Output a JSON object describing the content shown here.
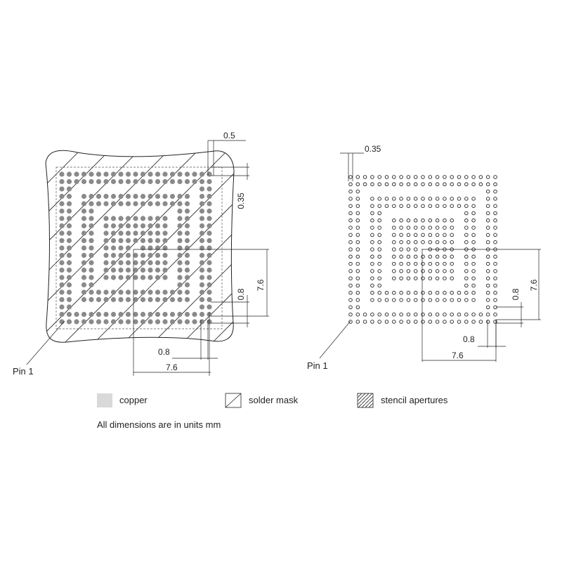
{
  "pin_label": "Pin 1",
  "left_view": {
    "pad_pitch": "0.5",
    "mask_clearance": "0.35",
    "pitch_y": "0.8",
    "center_y": "7.6",
    "pitch_x": "0.8",
    "center_x": "7.6"
  },
  "right_view": {
    "aperture": "0.35",
    "pitch_y": "0.8",
    "center_y": "7.6",
    "pitch_x": "0.8",
    "center_x": "7.6"
  },
  "legend": {
    "copper": "copper",
    "solder_mask": "solder mask",
    "stencil": "stencil apertures"
  },
  "colors": {
    "copper": "#d9d9d9",
    "pad_fill": "#8a8a8a",
    "line": "#222222"
  },
  "note": "All dimensions are in units mm"
}
